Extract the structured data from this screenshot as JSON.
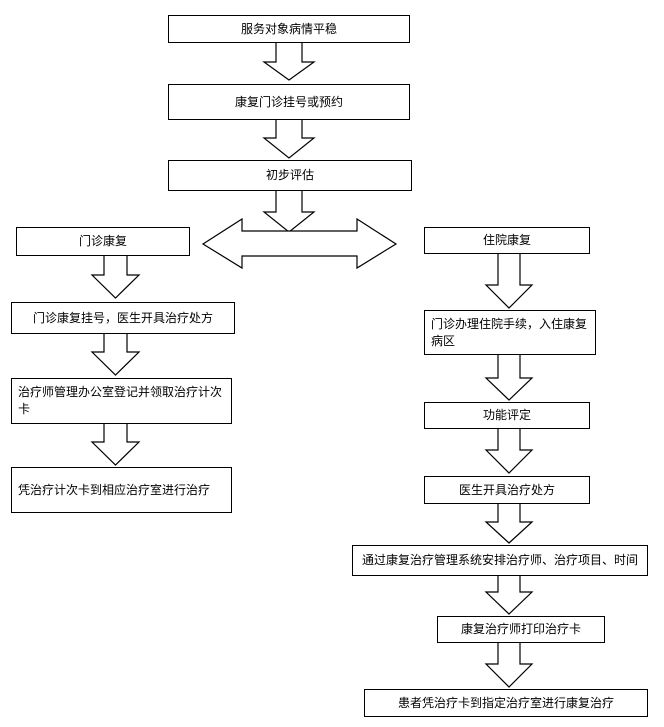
{
  "flowchart": {
    "top": {
      "step1": "服务对象病情平稳",
      "step2": "康复门诊挂号或预约",
      "step3": "初步评估"
    },
    "outpatient": {
      "title": "门诊康复",
      "step1": "门诊康复挂号，医生开具治疗处方",
      "step2": "治疗师管理办公室登记并领取治疗计次卡",
      "step3": "凭治疗计次卡到相应治疗室进行治疗"
    },
    "inpatient": {
      "title": "住院康复",
      "step1": "门诊办理住院手续，入住康复病区",
      "step2": "功能评定",
      "step3": "医生开具治疗处方",
      "step4": "通过康复治疗管理系统安排治疗师、治疗项目、时间",
      "step5": "康复治疗师打印治疗卡",
      "step6": "患者凭治疗卡到指定治疗室进行康复治疗"
    }
  }
}
